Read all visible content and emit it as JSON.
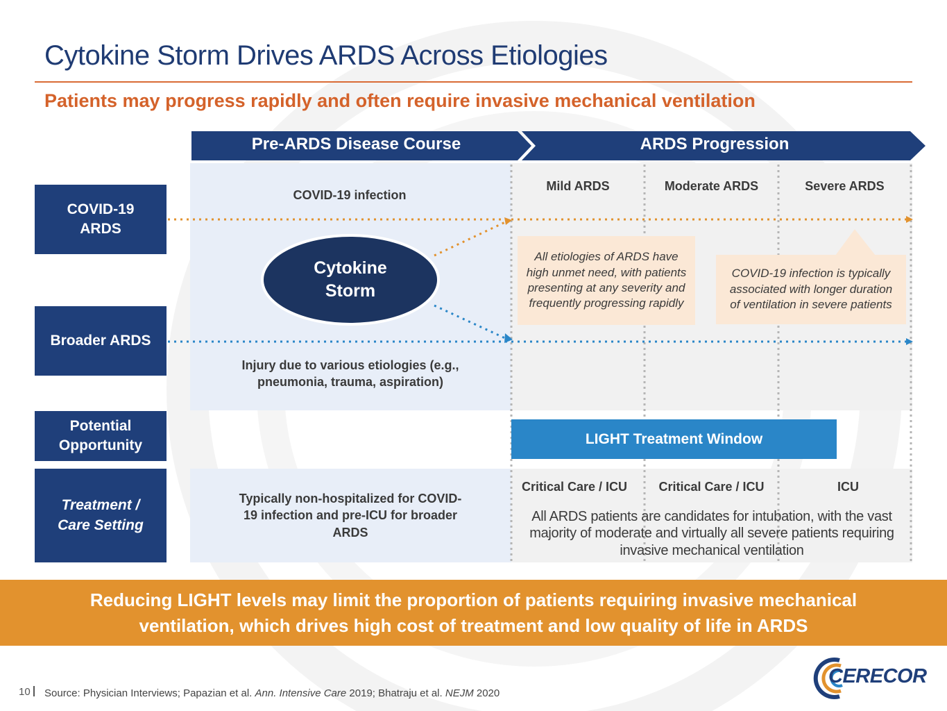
{
  "title": "Cytokine Storm Drives ARDS Across Etiologies",
  "subtitle": "Patients may progress rapidly and often require invasive mechanical ventilation",
  "headers": {
    "pre": "Pre-ARDS Disease Course",
    "prog": "ARDS Progression"
  },
  "rows": {
    "covid": "COVID-19 ARDS",
    "broader": "Broader ARDS",
    "opportunity": "Potential Opportunity",
    "setting": "Treatment / Care Setting"
  },
  "pre": {
    "covid_infection": "COVID-19 infection",
    "cytokine": "Cytokine Storm",
    "injury": "Injury due to various etiologies (e.g., pneumonia, trauma, aspiration)",
    "setting": "Typically non-hospitalized for COVID-19 infection and pre-ICU for broader ARDS"
  },
  "stages": [
    "Mild ARDS",
    "Moderate ARDS",
    "Severe ARDS"
  ],
  "notes": {
    "all": "All etiologies of ARDS have high unmet need, with patients presenting at any severity and frequently progressing rapidly",
    "covid": "COVID-19 infection is typically associated with longer duration of ventilation in severe patients"
  },
  "light_window": "LIGHT Treatment Window",
  "care": [
    "Critical Care / ICU",
    "Critical Care / ICU",
    "ICU"
  ],
  "care_note": "All ARDS patients are candidates for intubation, with the vast majority of moderate and virtually all severe patients requiring invasive mechanical ventilation",
  "banner": "Reducing LIGHT levels may limit the proportion of patients requiring invasive mechanical ventilation, which drives high cost of treatment and low quality of life in ARDS",
  "footer": {
    "page": "10",
    "source_prefix": "Source: Physician Interviews; Papazian et al. ",
    "source_j1": "Ann. Intensive Care",
    "source_mid": " 2019; Bhatraju et al. ",
    "source_j2": "NEJM",
    "source_end": " 2020",
    "logo": "CERECOR"
  },
  "colors": {
    "navy": "#1f3f7a",
    "orange": "#e2922e",
    "blue": "#2a86c8",
    "accent": "#d4622a"
  }
}
